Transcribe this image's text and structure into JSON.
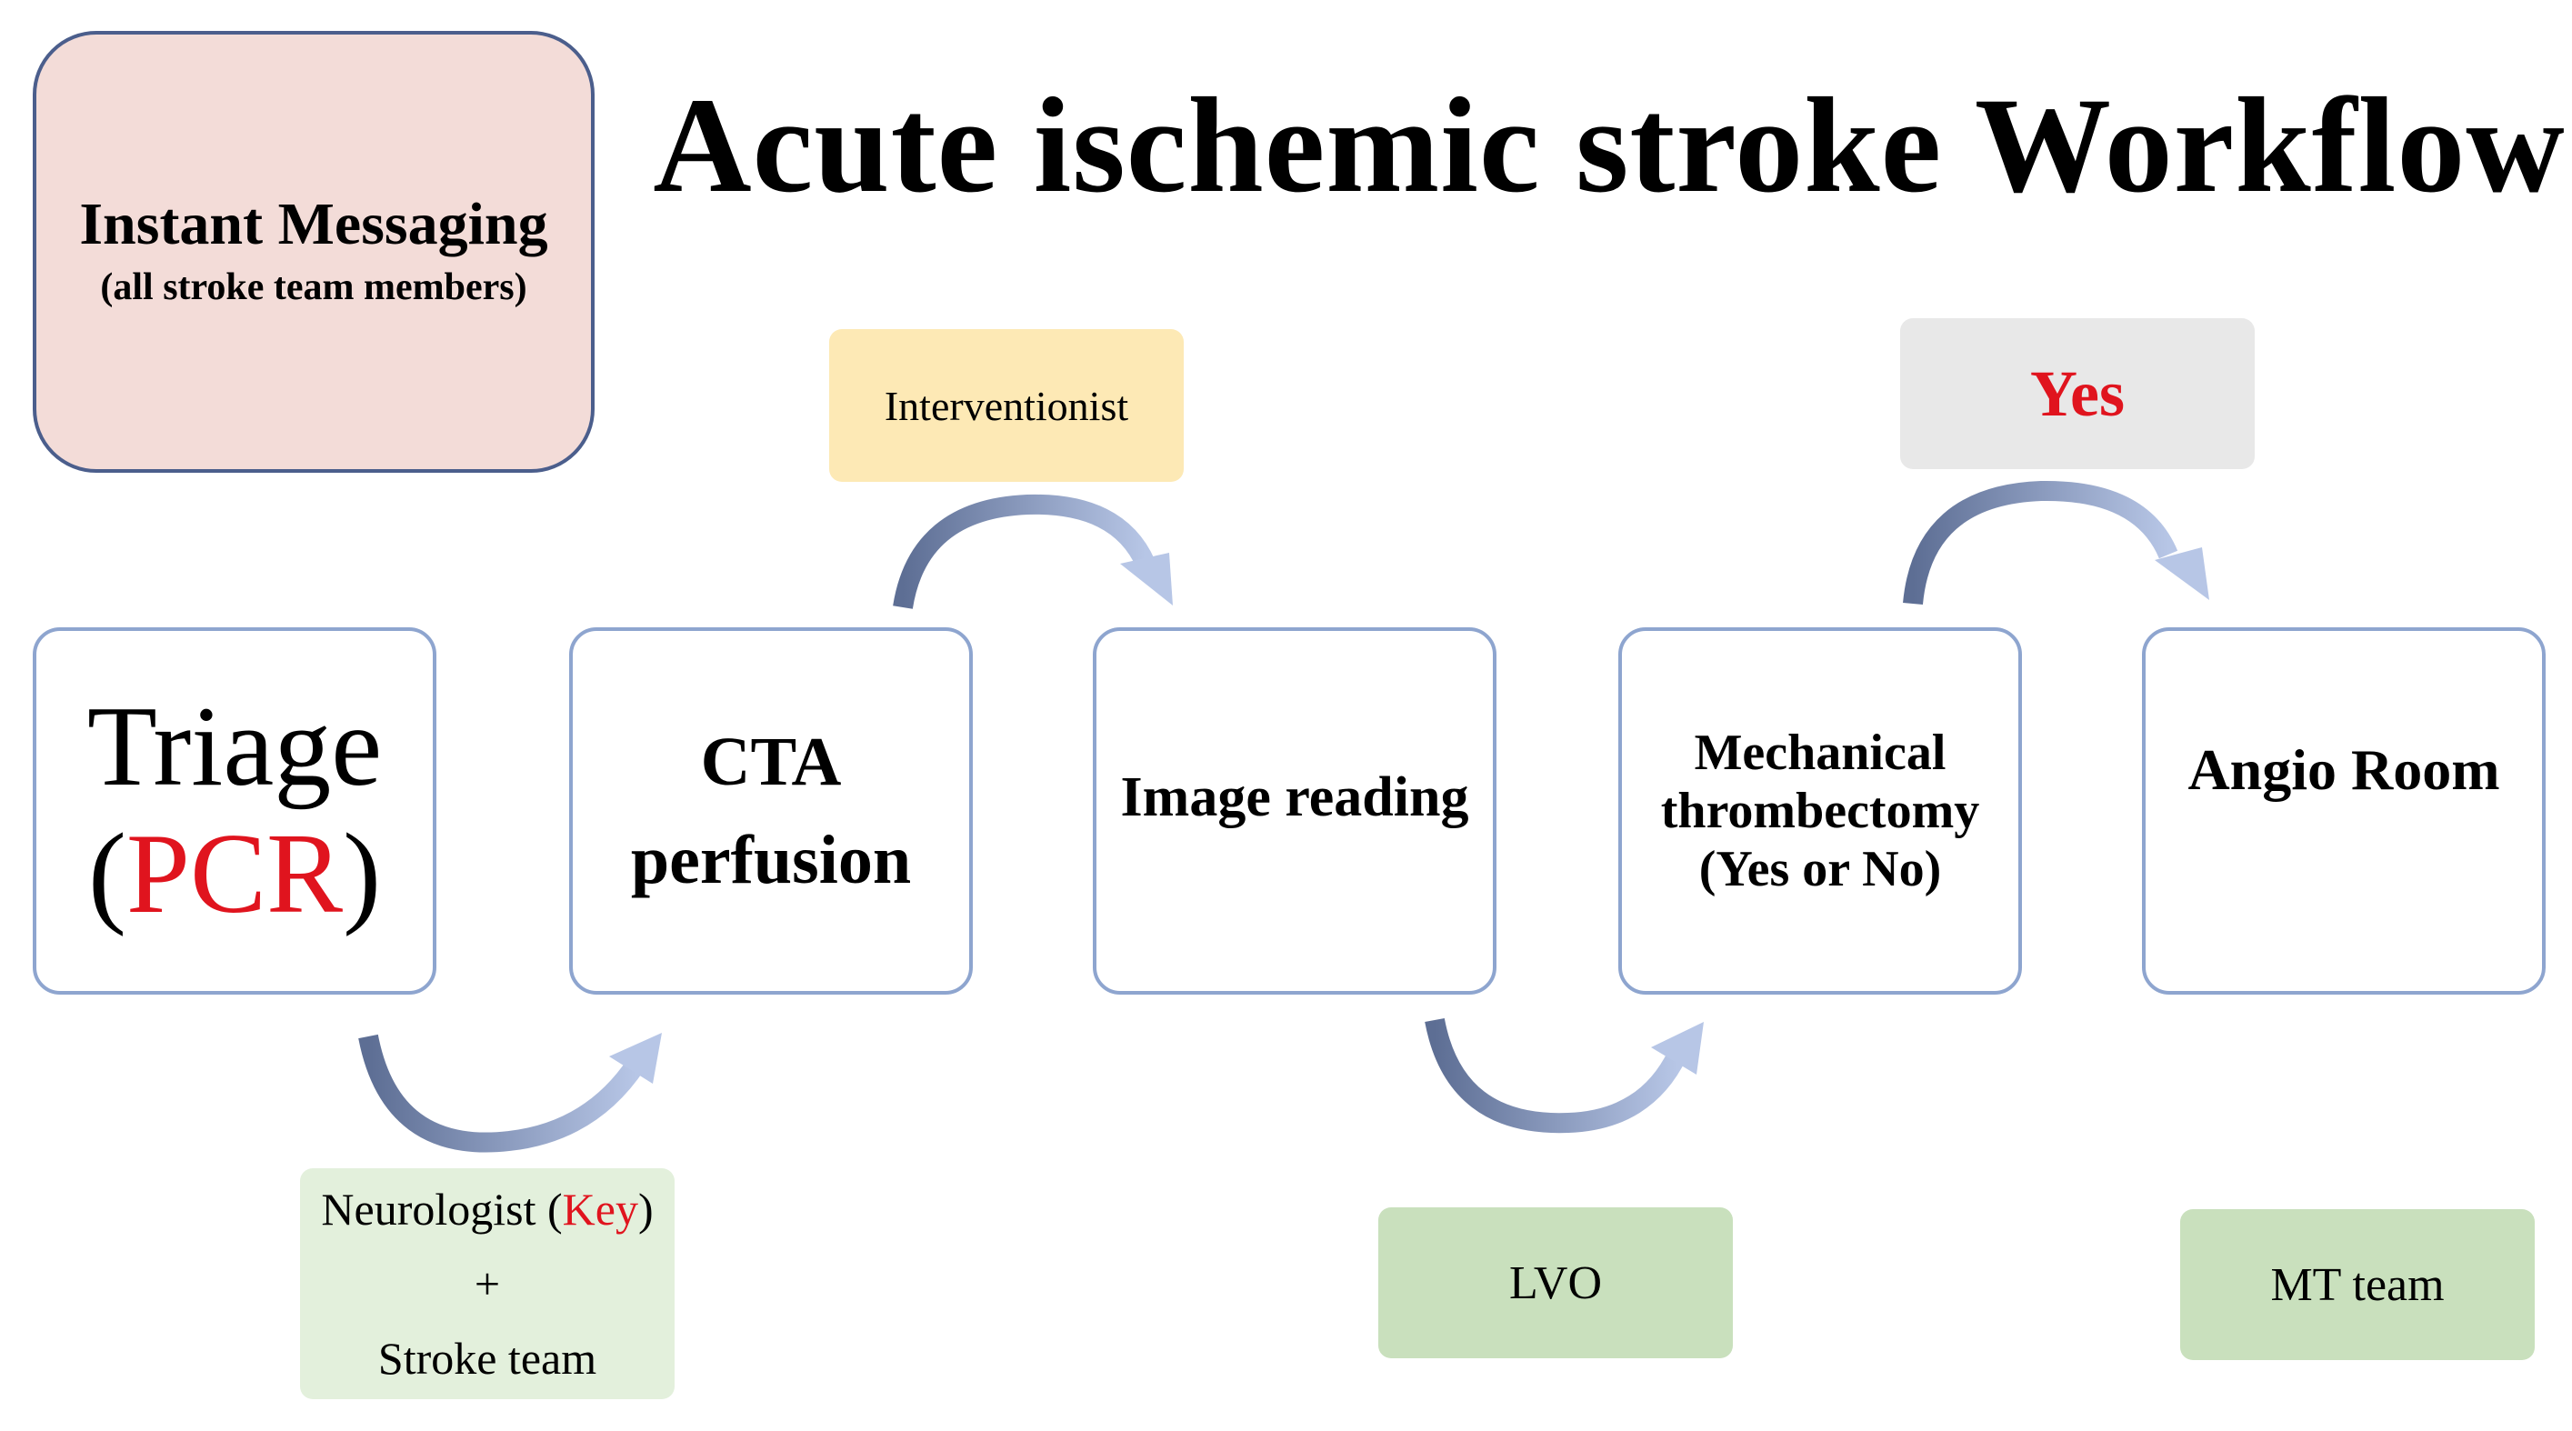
{
  "title": "Acute ischemic stroke Workflow",
  "instant_messaging": {
    "title": "Instant Messaging",
    "subtitle": "(all stroke team members)"
  },
  "steps": {
    "triage": {
      "label": "Triage",
      "open": "(",
      "highlight": "PCR",
      "close": ")"
    },
    "cta": {
      "line1": "CTA",
      "line2": "perfusion"
    },
    "image_reading": {
      "label": "Image reading"
    },
    "mechanical_thrombectomy": {
      "line1": "Mechanical",
      "line2": "thrombectomy",
      "line3": "(Yes or No)"
    },
    "angio_room": {
      "label": "Angio Room"
    }
  },
  "labels": {
    "interventionist": "Interventionist",
    "yes": "Yes",
    "neurologist": {
      "name": "Neurologist",
      "open": "(",
      "key": "Key",
      "close": ")",
      "plus": "+",
      "team": "Stroke team"
    },
    "lvo": "LVO",
    "mt_team": "MT team"
  },
  "colors": {
    "step_border": "#8ea5cf",
    "highlight_red": "#e0141e",
    "arrow_light": "#b7c6e6",
    "arrow_dark": "#5d6e94"
  }
}
